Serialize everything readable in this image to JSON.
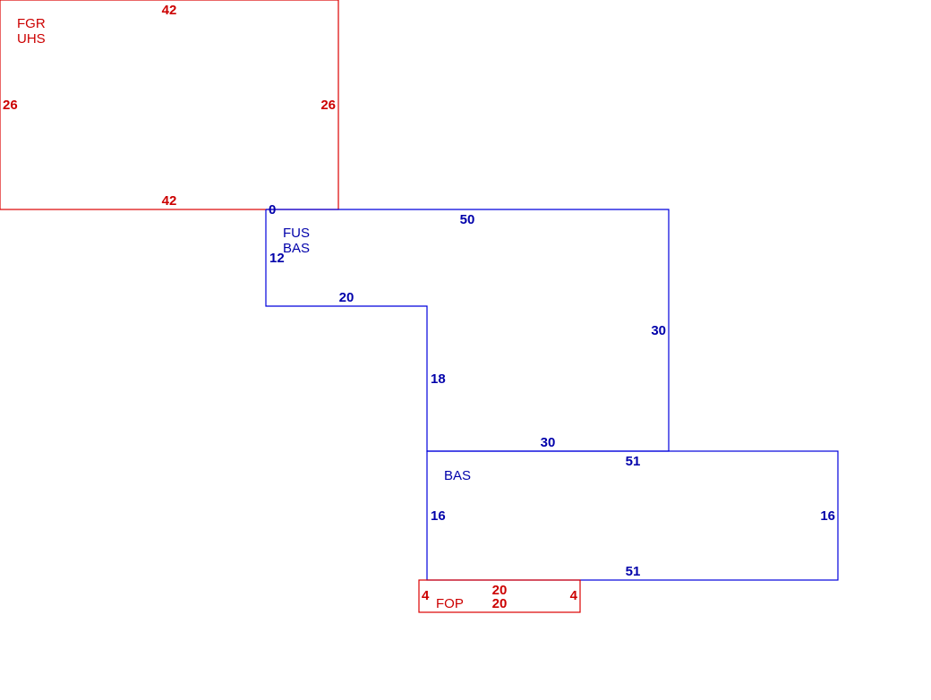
{
  "areas": {
    "garage": {
      "codes": [
        "FGR",
        "UHS"
      ],
      "dims": {
        "top": "42",
        "bottom": "42",
        "left": "26",
        "right": "26"
      },
      "color": "#dd0000"
    },
    "main": {
      "codes": [
        "FUS",
        "BAS"
      ],
      "dims": {
        "origin": "0",
        "top": "50",
        "left": "12",
        "step_top": "20",
        "step_side": "18",
        "right": "30",
        "bottom": "30"
      },
      "color": "#0000dd"
    },
    "base": {
      "codes": [
        "BAS"
      ],
      "dims": {
        "top": "51",
        "bottom": "51",
        "left": "16",
        "right": "16"
      },
      "color": "#0000dd"
    },
    "porch": {
      "codes": [
        "FOP"
      ],
      "dims": {
        "top": "20",
        "bottom": "20",
        "left": "4",
        "right": "4"
      },
      "color": "#dd0000"
    }
  }
}
